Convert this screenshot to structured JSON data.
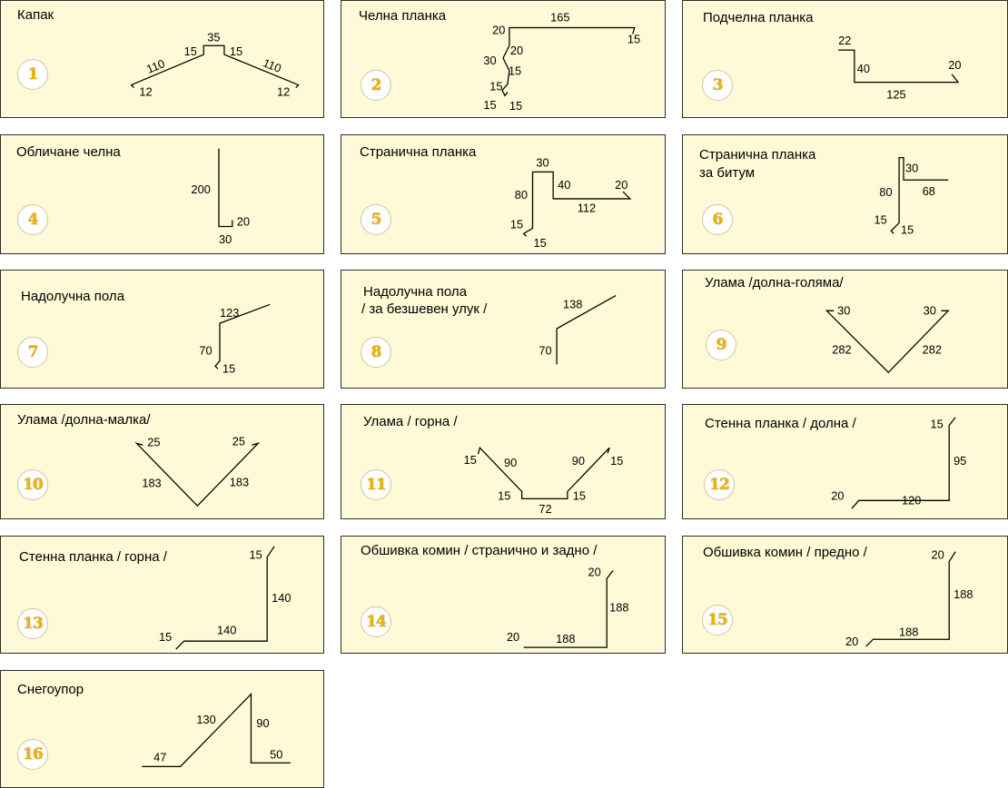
{
  "panels": [
    {
      "num": "1",
      "title": [
        "Капак"
      ],
      "dims": [
        "35",
        "15",
        "15",
        "110",
        "110",
        "12",
        "12"
      ]
    },
    {
      "num": "2",
      "title": [
        "Челна планка"
      ],
      "dims": [
        "165",
        "20",
        "15",
        "20",
        "30",
        "15",
        "15",
        "15",
        "15"
      ]
    },
    {
      "num": "3",
      "title": [
        "Подчелна планка"
      ],
      "dims": [
        "22",
        "40",
        "20",
        "125"
      ]
    },
    {
      "num": "4",
      "title": [
        "Обличане челна"
      ],
      "dims": [
        "200",
        "20",
        "30"
      ]
    },
    {
      "num": "5",
      "title": [
        "Странична планка"
      ],
      "dims": [
        "30",
        "40",
        "20",
        "80",
        "112",
        "15",
        "15"
      ]
    },
    {
      "num": "6",
      "title": [
        "Странична планка",
        "за битум"
      ],
      "dims": [
        "30",
        "80",
        "68",
        "15",
        "15"
      ]
    },
    {
      "num": "7",
      "title": [
        "Надолучна пола"
      ],
      "dims": [
        "123",
        "70",
        "15"
      ]
    },
    {
      "num": "8",
      "title": [
        "Надолучна пола",
        "/ за безшевен улук /"
      ],
      "dims": [
        "138",
        "70"
      ]
    },
    {
      "num": "9",
      "title": [
        "Улама /долна-голяма/"
      ],
      "dims": [
        "30",
        "30",
        "282",
        "282"
      ]
    },
    {
      "num": "10",
      "title": [
        "Улама /долна-малка/"
      ],
      "dims": [
        "25",
        "25",
        "183",
        "183"
      ]
    },
    {
      "num": "11",
      "title": [
        "Улама / горна /"
      ],
      "dims": [
        "15",
        "90",
        "90",
        "15",
        "15",
        "15",
        "72"
      ]
    },
    {
      "num": "12",
      "title": [
        "Стенна планка / долна /"
      ],
      "dims": [
        "15",
        "95",
        "20",
        "120"
      ]
    },
    {
      "num": "13",
      "title": [
        "Стенна планка / горна /"
      ],
      "dims": [
        "15",
        "140",
        "15",
        "140"
      ]
    },
    {
      "num": "14",
      "title": [
        "Обшивка комин / странично и задно /"
      ],
      "dims": [
        "20",
        "188",
        "20",
        "188"
      ]
    },
    {
      "num": "15",
      "title": [
        "Обшивка комин / предно /"
      ],
      "dims": [
        "20",
        "188",
        "188",
        "20"
      ]
    },
    {
      "num": "16",
      "title": [
        "Снегоупор"
      ],
      "dims": [
        "130",
        "90",
        "47",
        "50"
      ]
    }
  ],
  "colors": {
    "card_bg": "#fef9d6",
    "badge_digit": "#f0b400",
    "line": "#000000"
  }
}
